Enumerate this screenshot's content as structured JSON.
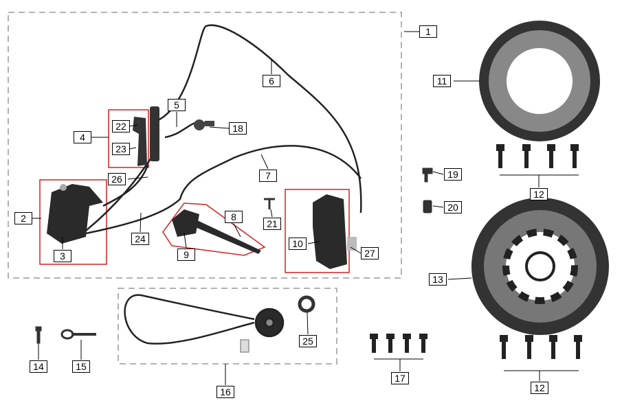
{
  "diagram": {
    "title_hidden": null,
    "callouts": [
      "1",
      "6",
      "11",
      "5",
      "18",
      "4",
      "22",
      "23",
      "26",
      "7",
      "19",
      "12",
      "2",
      "24",
      "8",
      "21",
      "20",
      "10",
      "27",
      "3",
      "9",
      "13",
      "14",
      "15",
      "25",
      "17",
      "16",
      "12"
    ],
    "colors": {
      "highlight": "#d42020",
      "dashed": "#999999",
      "part": "#222222"
    }
  }
}
